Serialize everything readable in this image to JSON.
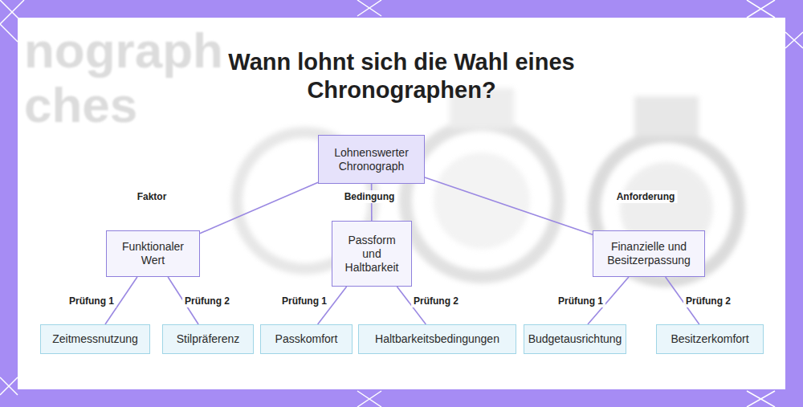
{
  "diagram": {
    "title": "Wann lohnt sich die Wahl eines Chronographen?",
    "nodes": [
      {
        "text": [
          "Lohnenswerter Chronograph"
        ]
      },
      {
        "text": [
          "Funktionaler Wert"
        ]
      },
      {
        "text": [
          "Passform und Haltbarkeit"
        ]
      },
      {
        "text": [
          "Finanzielle und Besitzerpassung"
        ]
      },
      {
        "text": [
          "Zeitmessnutzung"
        ]
      },
      {
        "text": [
          "Stilpräferenz"
        ]
      },
      {
        "text": [
          "Passkomfort"
        ]
      },
      {
        "text": [
          "Haltbarkeitsbedingungen"
        ]
      },
      {
        "text": [
          "Budgetausrichtung"
        ]
      },
      {
        "text": [
          "Besitzerkomfort"
        ]
      }
    ],
    "edges": [
      {
        "from": 0,
        "to": 1,
        "label": "Faktor",
        "arrow": "none"
      },
      {
        "from": 0,
        "to": 2,
        "label": "Bedingung",
        "arrow": "none"
      },
      {
        "from": 0,
        "to": 3,
        "label": "Anforderung",
        "arrow": "none"
      },
      {
        "from": 1,
        "to": 4,
        "label": "Prüfung 1",
        "arrow": "none"
      },
      {
        "from": 1,
        "to": 5,
        "label": "Prüfung 2",
        "arrow": "none"
      },
      {
        "from": 2,
        "to": 6,
        "label": "Prüfung 1",
        "arrow": "none"
      },
      {
        "from": 2,
        "to": 7,
        "label": "Prüfung 2",
        "arrow": "none"
      },
      {
        "from": 3,
        "to": 8,
        "label": "Prüfung 1",
        "arrow": "none"
      },
      {
        "from": 3,
        "to": 9,
        "label": "Prüfung 2",
        "arrow": "none"
      }
    ],
    "labels": [
      "nograph",
      "ches"
    ]
  }
}
